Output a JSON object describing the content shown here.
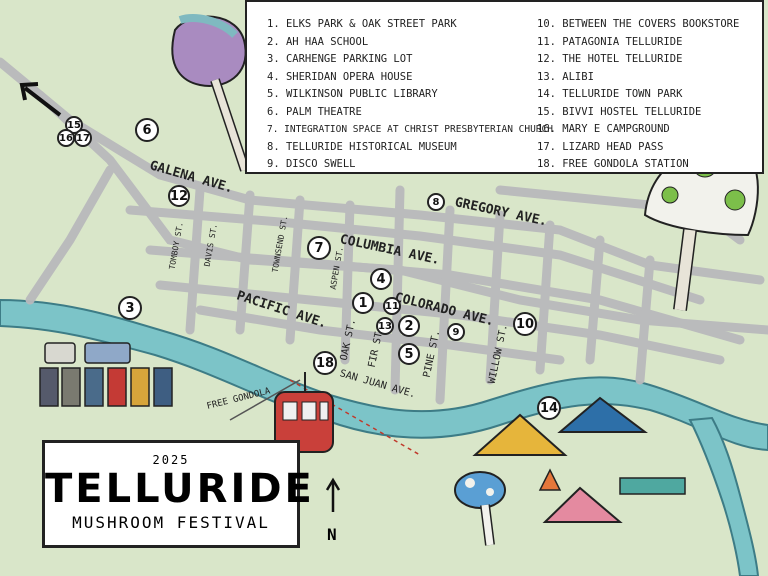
{
  "legend": {
    "left": [
      "1. ELKS PARK & OAK STREET PARK",
      "2. AH HAA SCHOOL",
      "3. CARHENGE PARKING LOT",
      "4. SHERIDAN OPERA HOUSE",
      "5. WILKINSON PUBLIC LIBRARY",
      "6. PALM THEATRE",
      "7. INTEGRATION SPACE AT CHRIST PRESBYTERIAN CHURCH",
      "8. TELLURIDE HISTORICAL MUSEUM",
      "9. DISCO SWELL"
    ],
    "right": [
      "10. BETWEEN THE COVERS BOOKSTORE",
      "11. PATAGONIA TELLURIDE",
      "12. THE HOTEL TELLURIDE",
      "13. ALIBI",
      "14. TELLURIDE TOWN PARK",
      "15. BIVVI HOSTEL TELLURIDE",
      "16. MARY E CAMPGROUND",
      "17. LIZARD HEAD PASS",
      "18. FREE GONDOLA STATION"
    ]
  },
  "title": {
    "year": "2025",
    "name": "TELLURIDE",
    "subtitle": "MUSHROOM FESTIVAL"
  },
  "streets": {
    "galena": "GALENA AVE.",
    "gregory": "GREGORY AVE.",
    "columbia": "COLUMBIA AVE.",
    "colorado": "COLORADO AVE.",
    "pacific": "PACIFIC AVE.",
    "san_juan": "SAN JUAN AVE.",
    "oak": "OAK ST.",
    "fir": "FIR ST.",
    "pine": "PINE ST.",
    "willow": "WILLOW ST.",
    "aspen": "ASPEN ST.",
    "townsend": "TOWNSEND ST.",
    "davis": "DAVIS ST.",
    "tomboy": "TOMBOY ST.",
    "gondola": "FREE GONDOLA"
  },
  "markers": [
    "1",
    "2",
    "3",
    "4",
    "5",
    "6",
    "7",
    "8",
    "9",
    "10",
    "11",
    "12",
    "13",
    "14",
    "15",
    "16",
    "17",
    "18"
  ],
  "compass": "N",
  "colors": {
    "land": "#d9e6c9",
    "river": "#7cc4c8",
    "road": "#c2c2c4",
    "outline": "#222222"
  }
}
